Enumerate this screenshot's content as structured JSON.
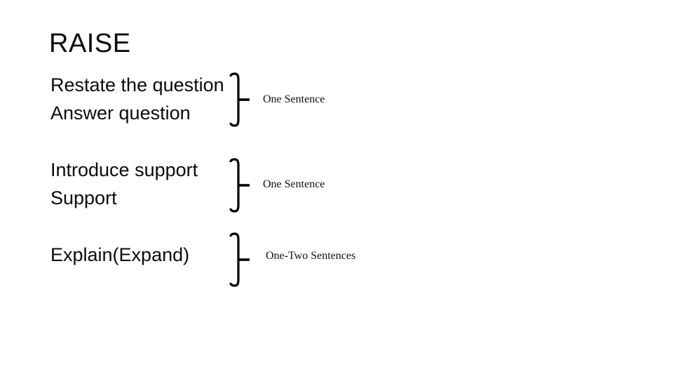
{
  "slide": {
    "title": "RAISE",
    "groups": [
      {
        "line1": "Restate the question",
        "line2": "Answer question",
        "annotation": "One Sentence"
      },
      {
        "line1": "Introduce support",
        "line2": "Support",
        "annotation": "One Sentence"
      },
      {
        "line1": "Explain(Expand)",
        "line2": "",
        "annotation": "One-Two Sentences"
      }
    ],
    "colors": {
      "background": "#ffffff",
      "text": "#0b0b0b",
      "brace": "#000000"
    }
  }
}
